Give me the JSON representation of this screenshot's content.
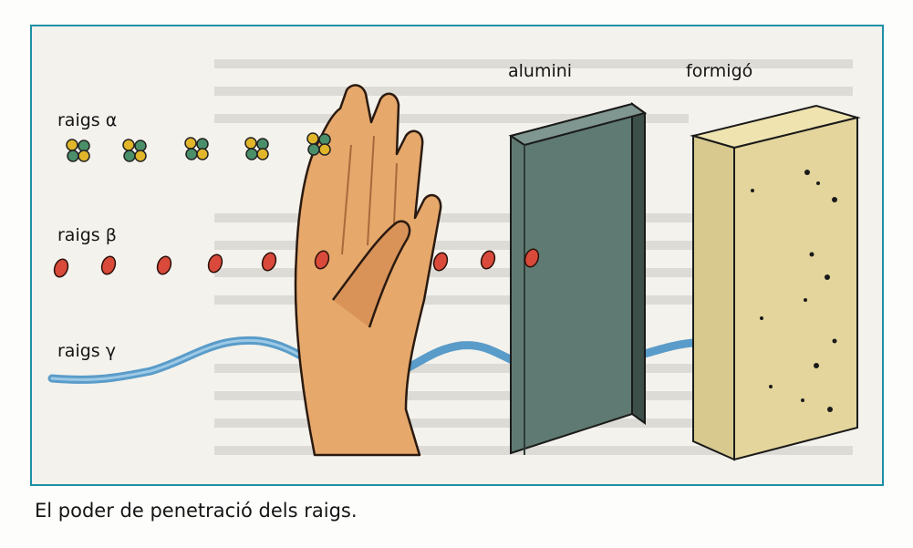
{
  "labels": {
    "aluminium": "alumini",
    "concrete": "formigó",
    "alpha": "raigs α",
    "beta": "raigs β",
    "gamma": "raigs γ"
  },
  "caption": "El poder de penetració dels raigs.",
  "colors": {
    "frame_border": "#1d8fa6",
    "alpha_yellow": "#e1b62a",
    "alpha_green": "#4a8f6a",
    "beta_red": "#d94a3a",
    "gamma_blue": "#5a9cc9",
    "aluminium": "#5f7a72",
    "concrete": "#e3d59c",
    "skin": "#e6a86b"
  }
}
